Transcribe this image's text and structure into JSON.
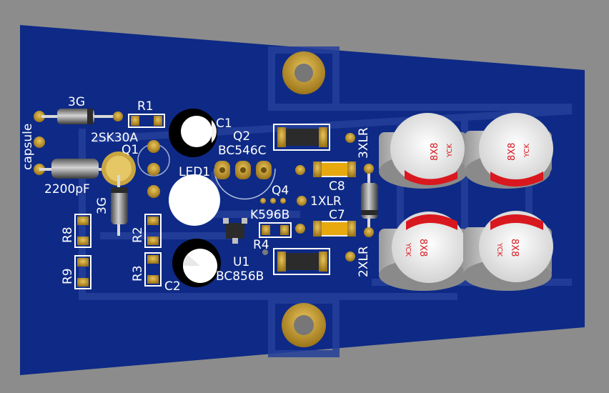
{
  "board": {
    "colors": {
      "background": "#8c8c8c",
      "substrate": "#0e2a86",
      "silkscreen": "#ffffff",
      "pad_gold": "#c59a2a",
      "cap_body": "#e8e8e8",
      "cap_marking": "#d8181e"
    },
    "labels": {
      "capsule": "capsule",
      "d_3g_top": "3G",
      "r1": "R1",
      "fet_2sk30a": "2SK30A",
      "q1": "Q1",
      "c1": "C1",
      "q2": "Q2",
      "bc546c": "BC546C",
      "led1": "LED1",
      "c_2200pf": "2200pF",
      "d_3g_side": "3G",
      "r8": "R8",
      "r9": "R9",
      "r2": "R2",
      "r3": "R3",
      "c2": "C2",
      "u1": "U1",
      "bc856b": "BC856B",
      "q4": "Q4",
      "k596b": "K596B",
      "r4": "R4",
      "xlr1": "1XLR",
      "c8": "C8",
      "c7": "C7",
      "xlr3": "3XLR",
      "xlr2": "2XLR"
    },
    "cap_markings": {
      "value": "8X8",
      "brand": "YCK"
    }
  }
}
